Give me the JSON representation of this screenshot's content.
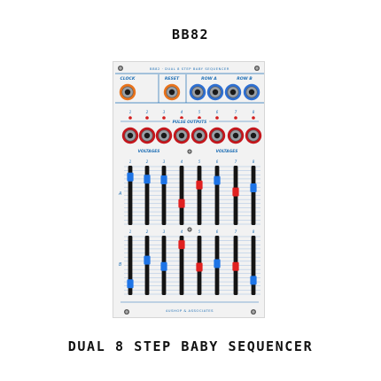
{
  "product": {
    "model": "BB82",
    "name": "DUAL 8 STEP BABY SEQUENCER"
  },
  "panel": {
    "header": "BB82 · DUAL 8 STEP BABY SEQUENCER",
    "jacks": {
      "clock": "CLOCK",
      "reset": "RESET",
      "row_a": "ROW A",
      "row_b": "ROW B"
    },
    "pulse_label": "PULSE OUTPUTS",
    "voltages_left": "VOLTAGES",
    "voltages_right": "VOLTAGES",
    "row_a_label": "A",
    "row_b_label": "B",
    "steps": [
      "1",
      "2",
      "3",
      "4",
      "5",
      "6",
      "7",
      "8"
    ],
    "maker": "4USHOP & ASSOCIATES",
    "colors": {
      "accent": "#1f6fb5",
      "orange_jack": "#e8731c",
      "blue_jack": "#2e6fd1",
      "red_jack": "#c4161c",
      "led": "#d21d1d",
      "slider_red": "#e02020",
      "slider_blue": "#1e74e6"
    },
    "row_a_sliders": [
      {
        "level": 0.82,
        "color": "blue"
      },
      {
        "level": 0.78,
        "color": "blue"
      },
      {
        "level": 0.77,
        "color": "blue"
      },
      {
        "level": 0.36,
        "color": "red"
      },
      {
        "level": 0.68,
        "color": "red"
      },
      {
        "level": 0.76,
        "color": "blue"
      },
      {
        "level": 0.56,
        "color": "red"
      },
      {
        "level": 0.63,
        "color": "blue"
      }
    ],
    "row_b_sliders": [
      {
        "level": 0.18,
        "color": "blue"
      },
      {
        "level": 0.59,
        "color": "blue"
      },
      {
        "level": 0.48,
        "color": "blue"
      },
      {
        "level": 0.86,
        "color": "red"
      },
      {
        "level": 0.47,
        "color": "red"
      },
      {
        "level": 0.53,
        "color": "blue"
      },
      {
        "level": 0.48,
        "color": "red"
      },
      {
        "level": 0.24,
        "color": "blue"
      }
    ]
  }
}
